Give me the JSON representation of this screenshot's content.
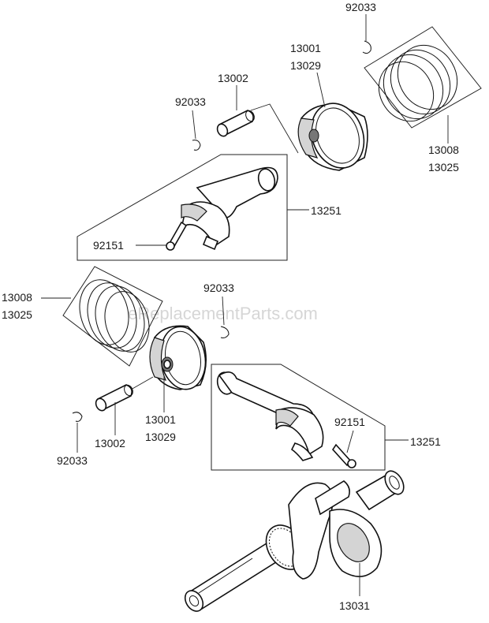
{
  "watermark": "eReplacementParts.com",
  "labels": {
    "top_clip_right": "92033",
    "top_piston_a": "13001",
    "top_piston_b": "13029",
    "top_pin": "13002",
    "top_clip_left": "92033",
    "top_rings_a": "13008",
    "top_rings_b": "13025",
    "top_rod": "13251",
    "top_bolt": "92151",
    "mid_rings_a": "13008",
    "mid_rings_b": "13025",
    "mid_clip_right": "92033",
    "mid_piston_a": "13001",
    "mid_piston_b": "13029",
    "mid_pin": "13002",
    "mid_clip_left": "92033",
    "mid_rod": "13251",
    "mid_bolt": "92151",
    "crankshaft": "13031"
  }
}
